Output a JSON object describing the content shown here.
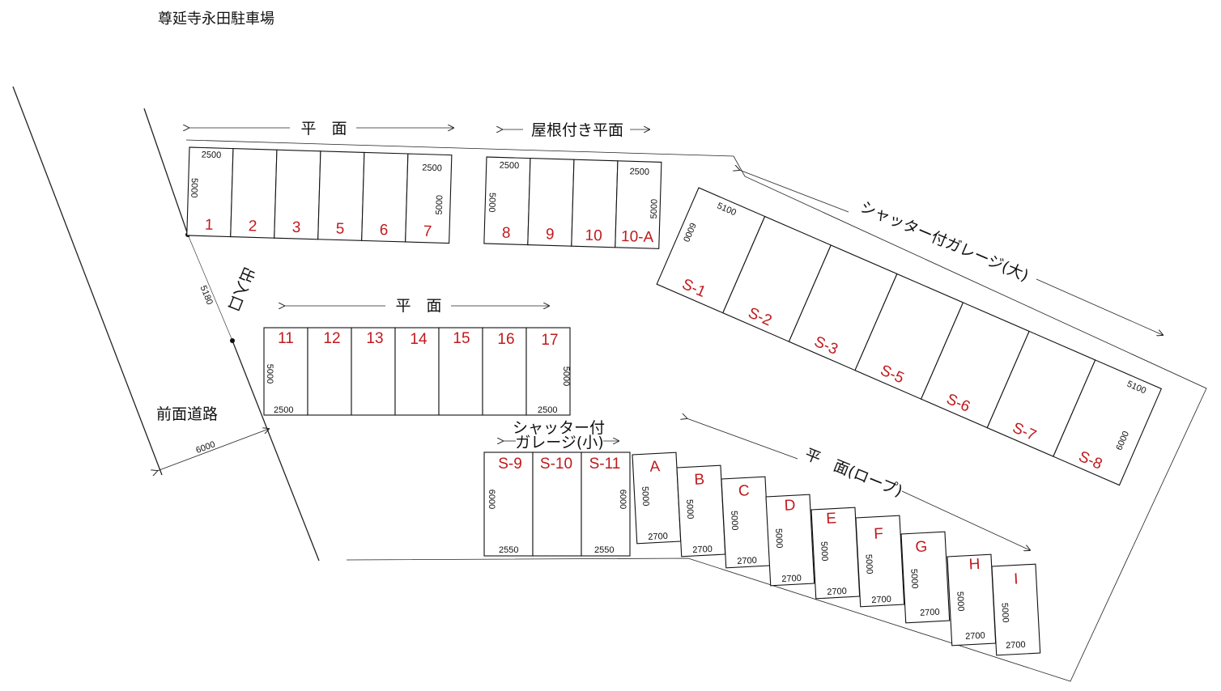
{
  "title": "尊延寺永田駐車場",
  "labels": {
    "flat_top": "平　面",
    "roofed_flat": "屋根付き平面",
    "flat_mid": "平　面",
    "shutter_large": "シャッター付ガレージ(大)",
    "shutter_small_1": "シャッター付",
    "shutter_small_2": "ガレージ(小)",
    "flat_rope": "平　面(ロープ)",
    "entrance": "出入口",
    "front_road": "前面道路"
  },
  "dims": {
    "road_width": "6000",
    "entrance_width": "5180",
    "w2500": "2500",
    "d5000": "5000",
    "w5100": "5100",
    "d6000": "6000",
    "w2550": "2550",
    "w2700": "2700"
  },
  "spaces": {
    "row1": [
      "1",
      "2",
      "3",
      "5",
      "6",
      "7"
    ],
    "row_roof": [
      "8",
      "9",
      "10",
      "10-A"
    ],
    "row_mid": [
      "11",
      "12",
      "13",
      "14",
      "15",
      "16",
      "17"
    ],
    "shutter_large": [
      "S-1",
      "S-2",
      "S-3",
      "S-5",
      "S-6",
      "S-7",
      "S-8"
    ],
    "shutter_small": [
      "S-9",
      "S-10",
      "S-11"
    ],
    "rope": [
      "A",
      "B",
      "C",
      "D",
      "E",
      "F",
      "G",
      "H",
      "I"
    ]
  }
}
